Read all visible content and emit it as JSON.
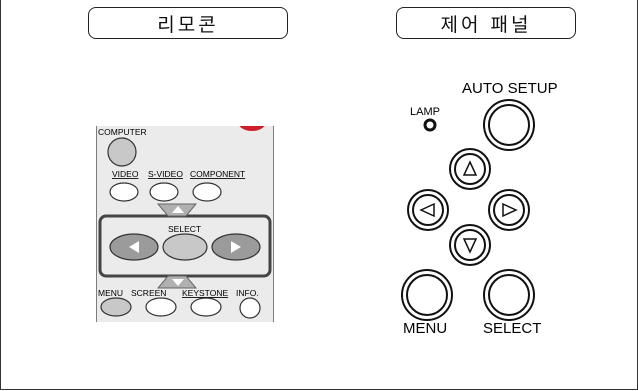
{
  "headers": {
    "remote": "리모콘",
    "panel": "제어 패널"
  },
  "remote": {
    "computer": "COMPUTER",
    "video": "VIDEO",
    "svideo": "S-VIDEO",
    "component": "COMPONENT",
    "select": "SELECT",
    "menu": "MENU",
    "screen": "SCREEN",
    "keystone": "KEYSTONE",
    "info": "INFO."
  },
  "panel": {
    "lamp": "LAMP",
    "auto_setup": "AUTO SETUP",
    "menu": "MENU",
    "select": "SELECT"
  },
  "colors": {
    "remote_body": "#ebebeb",
    "button_fill": "#c8c8c8",
    "red_button": "#cc1f2a",
    "outline": "#222222"
  }
}
